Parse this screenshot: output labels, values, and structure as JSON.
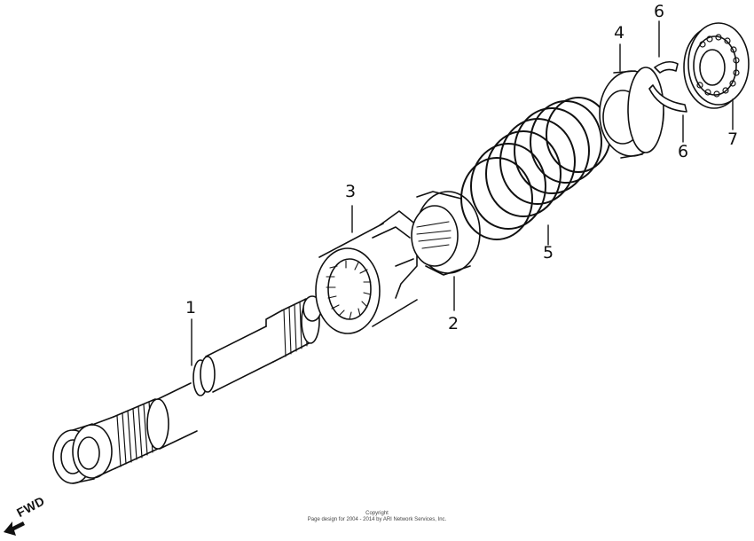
{
  "callouts": {
    "p1": "1",
    "p2": "2",
    "p3": "3",
    "p4": "4",
    "p5": "5",
    "p6a": "6",
    "p6b": "6",
    "p7": "7"
  },
  "fwd_label": "FWD",
  "copyright": {
    "line1": "Copyright",
    "line2": "Page design for 2004 - 2014 by ARI Network Services, Inc."
  }
}
